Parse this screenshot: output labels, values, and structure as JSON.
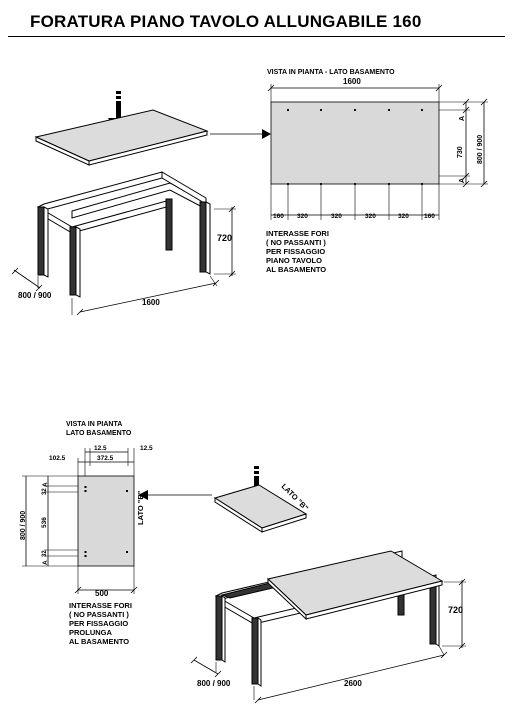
{
  "title": "FORATURA PIANO TAVOLO ALLUNGABILE 160",
  "top_section": {
    "plan_title": "VISTA IN PIANTA  - LATO BASAMENTO",
    "width_total": "1600",
    "hole_spacing": [
      "160",
      "320",
      "320",
      "320",
      "320",
      "160"
    ],
    "right_dims": {
      "a_top": "A",
      "inner": "730",
      "a_bottom": "A",
      "outer": "800 / 900"
    },
    "note": [
      "INTERASSE FORI",
      "( NO PASSANTI )",
      "PER FISSAGGIO",
      "PIANO TAVOLO",
      "AL BASAMENTO"
    ],
    "table_dims": {
      "height": "720",
      "depth": "800 / 900",
      "length": "1600"
    }
  },
  "bottom_section": {
    "plan_title": [
      "VISTA IN PIANTA",
      "LATO BASAMENTO"
    ],
    "top_dims": [
      "12.5",
      "102.5",
      "372.5",
      "12.5"
    ],
    "left_dims": {
      "a_top": "A",
      "v1": "32",
      "mid": "536",
      "v2": "32",
      "a_bottom": "A",
      "outer": "800 / 900"
    },
    "side_label": "LATO \"B\"",
    "width": "500",
    "note": [
      "INTERASSE FORI",
      "( NO PASSANTI )",
      "PER FISSAGGIO",
      "PROLUNGA",
      "AL BASAMENTO"
    ],
    "piece_label": "LATO \"B\"",
    "table_dims": {
      "height": "720",
      "depth": "800 / 900",
      "length": "2600"
    }
  }
}
